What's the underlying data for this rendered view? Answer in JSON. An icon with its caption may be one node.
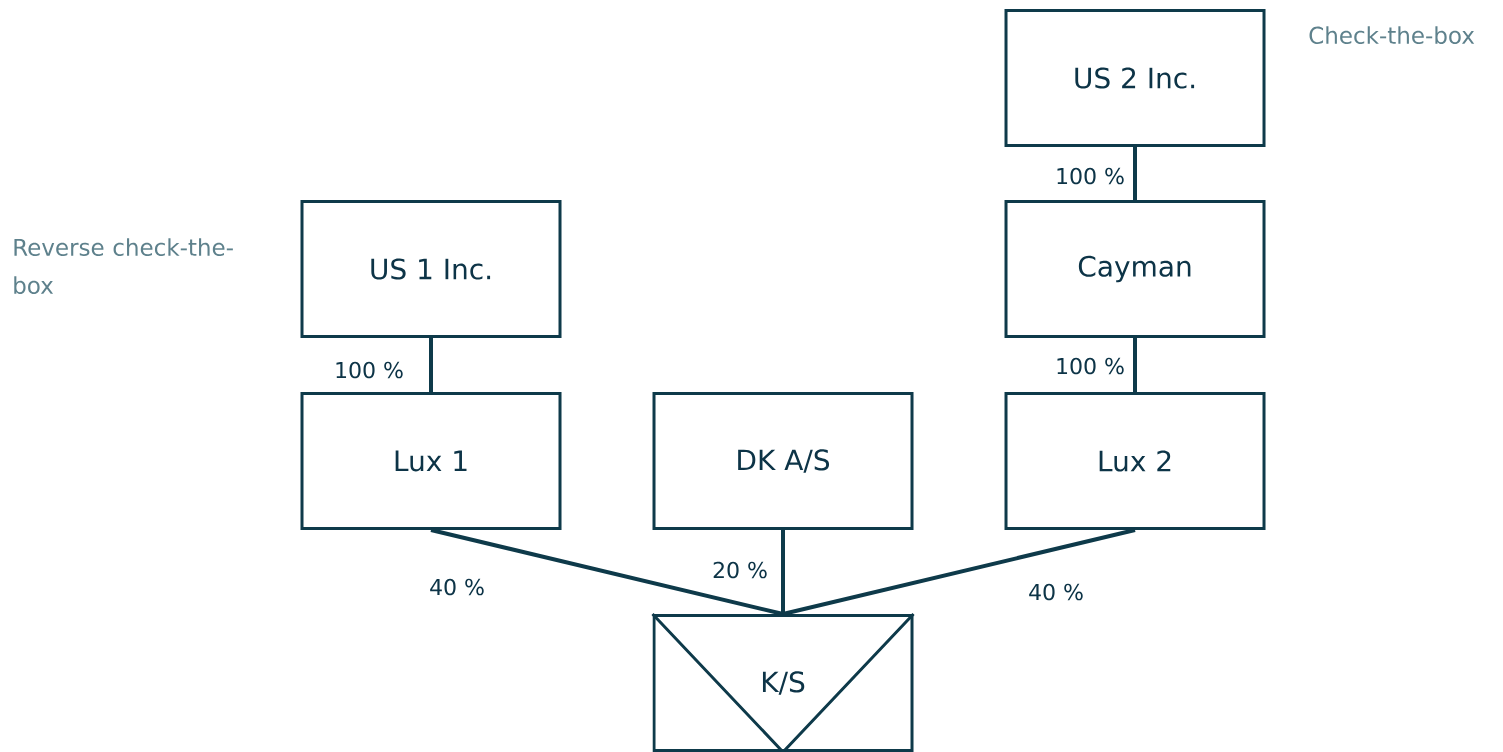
{
  "diagram": {
    "nodes": [
      {
        "text": [
          "US 2 Inc."
        ]
      },
      {
        "text": [
          "Cayman"
        ]
      },
      {
        "text": [
          "US 1 Inc."
        ]
      },
      {
        "text": [
          "Lux 1"
        ]
      },
      {
        "text": [
          "DK A/S"
        ]
      },
      {
        "text": [
          "Lux 2"
        ]
      },
      {
        "text": [
          "K/S"
        ]
      }
    ],
    "edges": [
      {
        "from": 0,
        "to": 1,
        "arrow": "none",
        "label": "100 %"
      },
      {
        "from": 1,
        "to": 5,
        "arrow": "none",
        "label": "100 %"
      },
      {
        "from": 2,
        "to": 3,
        "arrow": "none",
        "label": "100 %"
      },
      {
        "from": 3,
        "to": 6,
        "arrow": "none",
        "label": "40 %"
      },
      {
        "from": 4,
        "to": 6,
        "arrow": "none",
        "label": "20 %"
      },
      {
        "from": 5,
        "to": 6,
        "arrow": "none",
        "label": "40 %"
      }
    ],
    "labels": [
      "Check-the-box",
      "Reverse check-the-box"
    ]
  }
}
